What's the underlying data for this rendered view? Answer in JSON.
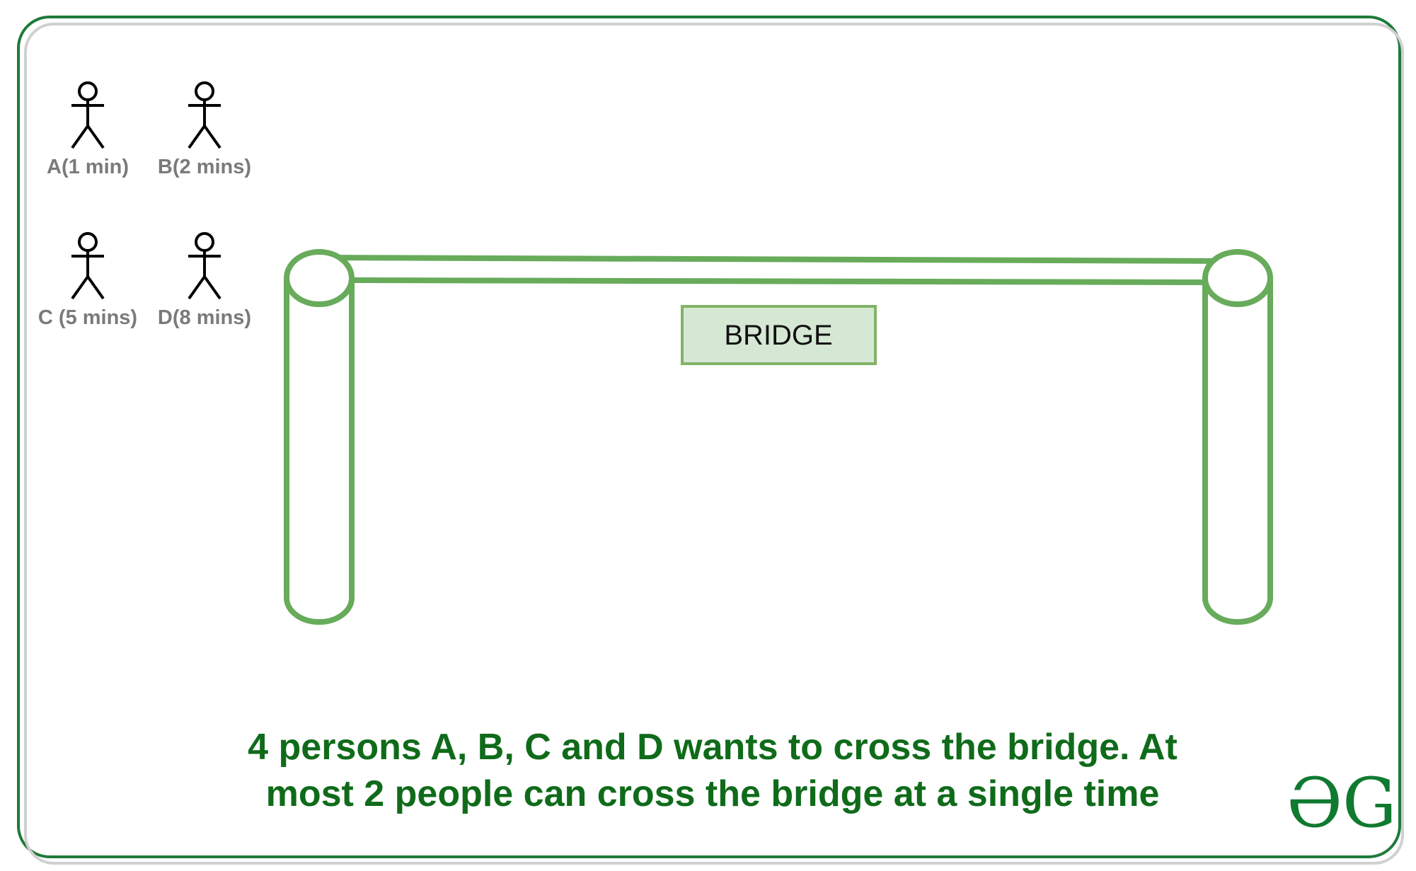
{
  "persons": [
    {
      "id": "A",
      "label": "A(1 min)"
    },
    {
      "id": "B",
      "label": "B(2 mins)"
    },
    {
      "id": "C",
      "label": "C (5 mins)"
    },
    {
      "id": "D",
      "label": "D(8 mins)"
    }
  ],
  "bridge": {
    "label": "BRIDGE"
  },
  "caption": {
    "line1": "4 persons A, B, C and D wants to cross the bridge. At",
    "line2": "most 2 people can cross the bridge at a single time"
  },
  "logo": {
    "text": "ƏG"
  },
  "colors": {
    "frame_outer": "#1e7a3a",
    "frame_inner": "#d0d0d0",
    "bridge_stroke": "#67ab5b",
    "bridge_label_fill": "#d5e8d4",
    "bridge_label_stroke": "#82b366",
    "caption_text": "#0f6b1a",
    "person_label": "#7a7a7a",
    "logo": "#0f7a30"
  }
}
